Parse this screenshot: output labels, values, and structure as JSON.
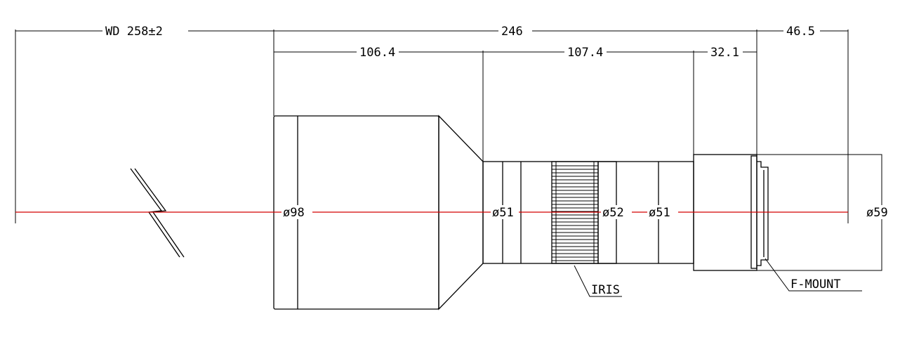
{
  "dimensions": {
    "working_distance": "WD 258±2",
    "total_length": "246",
    "mount_length": "46.5",
    "front_section": "106.4",
    "middle_section": "107.4",
    "rear_section": "32.1"
  },
  "diameters": {
    "front": "ø98",
    "barrel_front": "ø51",
    "iris_ring": "ø52",
    "barrel_rear": "ø51",
    "rear_mount": "ø59"
  },
  "callouts": {
    "iris": "IRIS",
    "mount": "F-MOUNT"
  },
  "colors": {
    "line": "#000000",
    "optical_axis": "#d40000"
  }
}
